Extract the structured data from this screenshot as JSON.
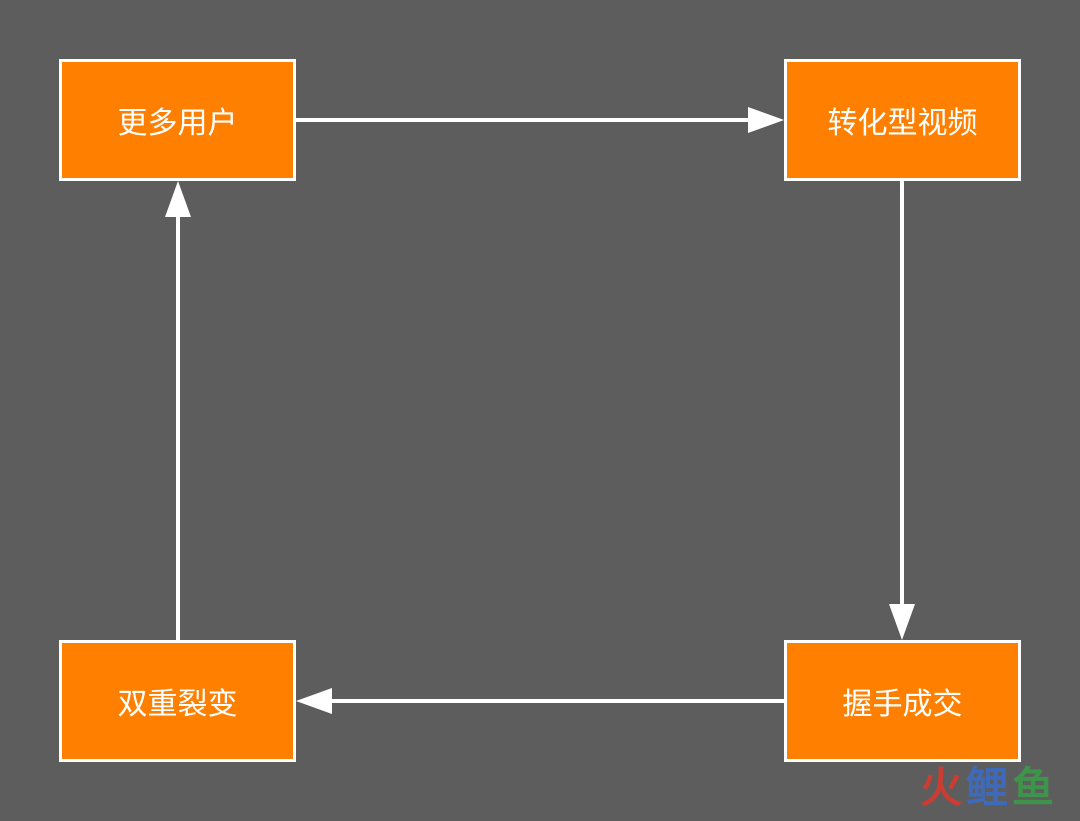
{
  "diagram": {
    "nodes": [
      {
        "id": "tl",
        "label": "更多用户"
      },
      {
        "id": "tr",
        "label": "转化型视频"
      },
      {
        "id": "br",
        "label": "握手成交"
      },
      {
        "id": "bl",
        "label": "双重裂变"
      }
    ],
    "edges": [
      {
        "from": "更多用户",
        "to": "转化型视频"
      },
      {
        "from": "转化型视频",
        "to": "握手成交"
      },
      {
        "from": "握手成交",
        "to": "双重裂变"
      },
      {
        "from": "双重裂变",
        "to": "更多用户"
      }
    ],
    "colors": {
      "background": "#5d5d5d",
      "node_fill": "#ff8000",
      "node_border": "#ffffff",
      "arrow": "#ffffff"
    }
  },
  "watermark": {
    "chars": [
      "火",
      "鲤",
      "鱼"
    ],
    "colors": [
      "#d63a2f",
      "#3c6cc4",
      "#3c9a4a"
    ]
  }
}
